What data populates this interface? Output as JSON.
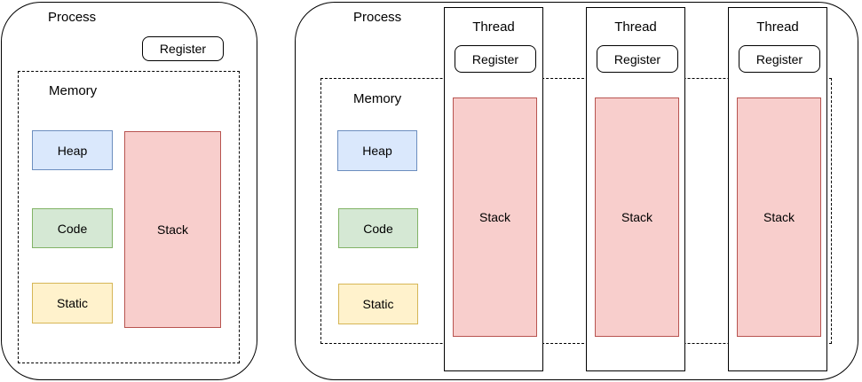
{
  "colors": {
    "heap_fill": "#dae8fc",
    "heap_stroke": "#6c8ebf",
    "code_fill": "#d5e8d4",
    "code_stroke": "#82b366",
    "static_fill": "#fff2cc",
    "static_stroke": "#d6b656",
    "stack_fill": "#f8cecc",
    "stack_stroke": "#b85450",
    "outline": "#000000",
    "background": "#ffffff"
  },
  "single_process": {
    "title": "Process",
    "register_label": "Register",
    "memory": {
      "title": "Memory",
      "heap_label": "Heap",
      "code_label": "Code",
      "static_label": "Static",
      "stack_label": "Stack"
    }
  },
  "multi_process": {
    "title": "Process",
    "memory": {
      "title": "Memory",
      "heap_label": "Heap",
      "code_label": "Code",
      "static_label": "Static"
    },
    "threads": [
      {
        "title": "Thread",
        "register_label": "Register",
        "stack_label": "Stack"
      },
      {
        "title": "Thread",
        "register_label": "Register",
        "stack_label": "Stack"
      },
      {
        "title": "Thread",
        "register_label": "Register",
        "stack_label": "Stack"
      }
    ]
  }
}
